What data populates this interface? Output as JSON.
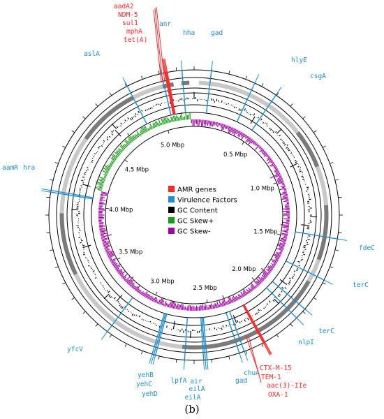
{
  "caption": "(b)",
  "colors": {
    "amr": "#ff2a2a",
    "virulence": "#1f8fd0",
    "gc_content": "#000000",
    "gc_skew_pos": "#1a9a1a",
    "gc_skew_neg": "#a000a0",
    "contig_dark": "#7a7a7a",
    "contig_light": "#c8c8c8"
  },
  "genome_mbp": 5.25,
  "axis_ticks": [
    "0.5 Mbp",
    "1.0 Mbp",
    "1.5 Mbp",
    "2.0 Mbp",
    "2.5 Mbp",
    "3.0 Mbp",
    "3.5 Mbp",
    "4.0 Mbp",
    "4.5 Mbp",
    "5.0 Mbp"
  ],
  "axis_tick_values": [
    0.5,
    1.0,
    1.5,
    2.0,
    2.5,
    3.0,
    3.5,
    4.0,
    4.5,
    5.0
  ],
  "legend": [
    {
      "label": "AMR genes",
      "color": "#ff2a2a"
    },
    {
      "label": "Virulence Factors",
      "color": "#1f8fd0"
    },
    {
      "label": "GC Content",
      "color": "#000000"
    },
    {
      "label": "GC Skew+",
      "color": "#1a9a1a"
    },
    {
      "label": "GC Skew-",
      "color": "#a000a0"
    }
  ],
  "virulence_genes": [
    {
      "name": "anr",
      "mbp": 5.06
    },
    {
      "name": "hha",
      "mbp": 5.18
    },
    {
      "name": "gad",
      "mbp": 0.1
    },
    {
      "name": "hlyE",
      "mbp": 0.36
    },
    {
      "name": "csgA",
      "mbp": 0.5
    },
    {
      "name": "fdeC",
      "mbp": 1.45
    },
    {
      "name": "terC",
      "mbp": 1.7
    },
    {
      "name": "terC",
      "mbp": 1.9
    },
    {
      "name": "nlpI",
      "mbp": 1.97
    },
    {
      "name": "chuA",
      "mbp": 2.33
    },
    {
      "name": "gad",
      "mbp": 2.36
    },
    {
      "name": "eilA",
      "mbp": 2.55
    },
    {
      "name": "eilA",
      "mbp": 2.56
    },
    {
      "name": "air",
      "mbp": 2.57
    },
    {
      "name": "lpfA",
      "mbp": 2.68
    },
    {
      "name": "yehD",
      "mbp": 2.85
    },
    {
      "name": "yehC",
      "mbp": 2.86
    },
    {
      "name": "yehB",
      "mbp": 2.87
    },
    {
      "name": "yfcV",
      "mbp": 3.16
    },
    {
      "name": "hra",
      "mbp": 4.07
    },
    {
      "name": "aamR",
      "mbp": 4.08
    },
    {
      "name": "aslA",
      "mbp": 4.85
    }
  ],
  "amr_genes": [
    {
      "name": "aadA2",
      "mbp": 5.08
    },
    {
      "name": "NDM-5",
      "mbp": 5.08
    },
    {
      "name": "sul1",
      "mbp": 5.085
    },
    {
      "name": "mphA",
      "mbp": 5.09
    },
    {
      "name": "tet(A)",
      "mbp": 5.095
    },
    {
      "name": "CTX-M-15",
      "mbp": 2.2
    },
    {
      "name": "TEM-1",
      "mbp": 2.2
    },
    {
      "name": "aac(3)-IIe",
      "mbp": 2.205
    },
    {
      "name": "OXA-1",
      "mbp": 2.21
    }
  ]
}
